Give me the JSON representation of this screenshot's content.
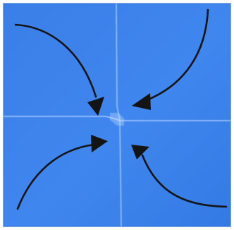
{
  "diagram": {
    "paper_color": "#3f84ea",
    "paper_color_dark": "#2f6fd3",
    "paper_color_light": "#5b9af2",
    "crease_color": "#b9d6ff",
    "arrow_color": "#141414",
    "quadrants": [
      "top-left",
      "top-right",
      "bottom-left",
      "bottom-right"
    ],
    "arrow_directions": [
      "top-left-to-center",
      "top-right-to-center",
      "bottom-left-to-center",
      "bottom-right-to-center"
    ]
  }
}
